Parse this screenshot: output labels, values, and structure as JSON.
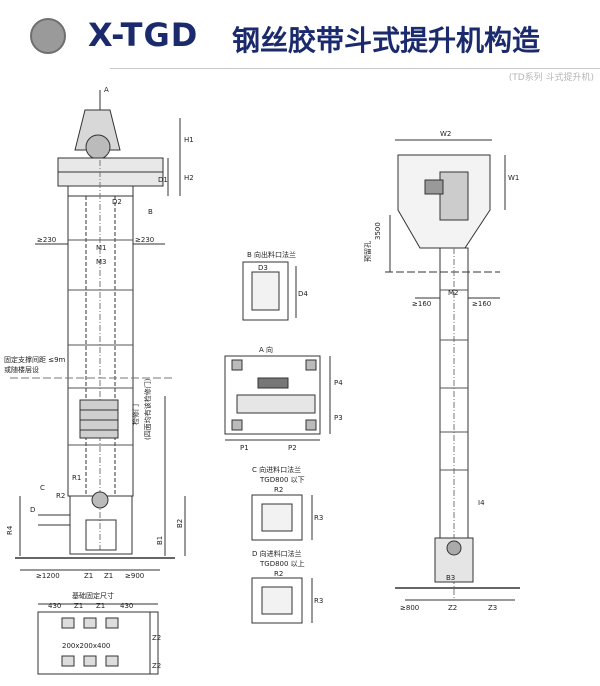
{
  "header": {
    "brand": "X-TGD",
    "title": "钢丝胶带斗式提升机构造",
    "caption": "(TD系列 斗式提升机)"
  },
  "left_view": {
    "dims": {
      "a": "A",
      "h1": "H1",
      "h2": "H2",
      "d1": "D1",
      "d2": "D2",
      "b": "B",
      "m1": "M1",
      "m3": "M3",
      "ge230_left": "≥230",
      "ge230_right": "≥230",
      "support_note": "固定支撑间距 ≤9m",
      "support_note2": "或随楼层设",
      "inspection": "检修门",
      "inspection2": "(四面均有该检修门)",
      "r1": "R1",
      "r2": "R2",
      "c": "C",
      "d": "D",
      "r4": "R4",
      "b1": "B1",
      "b2": "B2",
      "ge1200": "≥1200",
      "z1a": "Z1",
      "z1b": "Z1",
      "ge900": "≥900"
    }
  },
  "foundation": {
    "title": "基础固定尺寸",
    "dims": [
      "430",
      "Z1",
      "Z1",
      "430"
    ],
    "bolt": "200x200x400",
    "z2": "Z2",
    "z2b": "Z2"
  },
  "mid": {
    "b_title": "B 向出料口法兰",
    "d3": "D3",
    "d4": "D4",
    "a_title": "A 向",
    "p1": "P1",
    "p2": "P2",
    "p3": "P3",
    "p4": "P4",
    "c_title": "C 向进料口法兰",
    "c_sub": "TGD800 以下",
    "c_r2": "R2",
    "c_r3": "R3",
    "d_title": "D 向进料口法兰",
    "d_sub": "TGD800 以上",
    "d_r2": "R2",
    "d_r3": "R3"
  },
  "right_view": {
    "w2": "W2",
    "w1": "W1",
    "h3500": "3500",
    "note": "预留孔",
    "m2": "M2",
    "ge160_left": "≥160",
    "ge160_right": "≥160",
    "i4": "I4",
    "b3": "B3",
    "ge800": "≥800",
    "z2": "Z2",
    "z3": "Z3"
  }
}
